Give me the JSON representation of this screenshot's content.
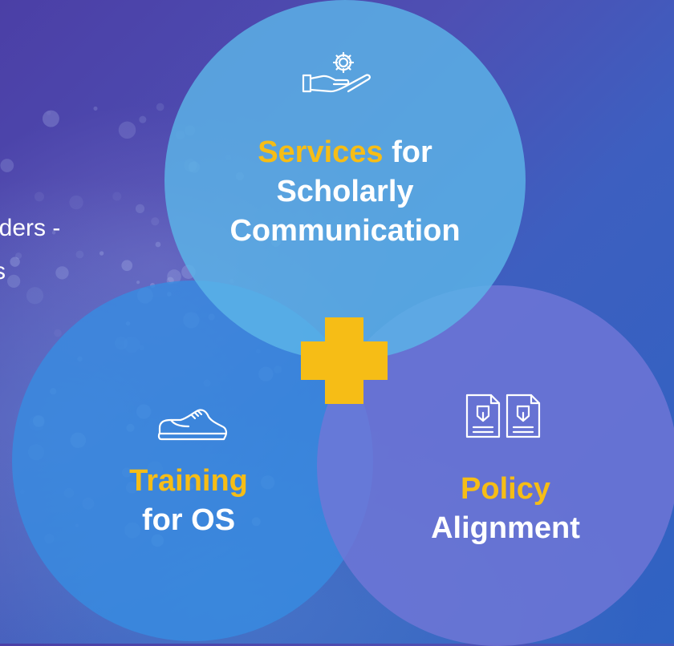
{
  "partial_text": {
    "line1": "iders -",
    "line2": "s"
  },
  "circles": {
    "services": {
      "accent": "Services",
      "rest_line1": " for",
      "line2": "Scholarly",
      "line3": "Communication",
      "icon": "hand-gear-icon"
    },
    "training": {
      "accent": "Training",
      "line2": "for OS",
      "icon": "sneaker-icon"
    },
    "policy": {
      "accent": "Policy",
      "line2": "Alignment",
      "icon": "documents-icon"
    }
  },
  "center_symbol": "plus-icon",
  "colors": {
    "accent": "#f6bd16",
    "services_circle": "#5cb4e8",
    "training_circle": "#378ce1",
    "policy_circle": "#7076d7",
    "text": "#ffffff"
  }
}
